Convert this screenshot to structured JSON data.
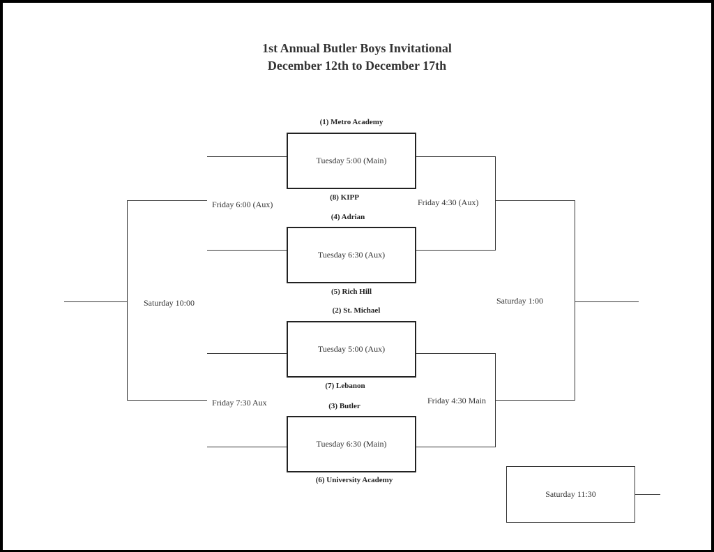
{
  "title": {
    "line1": "1st Annual Butler Boys Invitational",
    "line2": "December 12th to December 17th"
  },
  "first_round": [
    {
      "top_team": "(1) Metro Academy",
      "time": "Tuesday 5:00 (Main)",
      "bottom_team": "(8)  KIPP"
    },
    {
      "top_team": "(4)  Adrian",
      "time": "Tuesday 6:30 (Aux)",
      "bottom_team": "(5)   Rich Hill"
    },
    {
      "top_team": "(2)  St. Michael",
      "time": "Tuesday 5:00 (Aux)",
      "bottom_team": "(7)  Lebanon"
    },
    {
      "top_team": "(3) Butler",
      "time": "Tuesday 6:30 (Main)",
      "bottom_team": "(6)  University Academy"
    }
  ],
  "consolation": {
    "semi_top": "Friday 6:00 (Aux)",
    "semi_bottom": "Friday 7:30 Aux",
    "final": "Saturday 10:00"
  },
  "championship": {
    "semi_top": "Friday 4:30 (Aux)",
    "semi_bottom": "Friday 4:30 Main",
    "final": "Saturday 1:00"
  },
  "third_place": {
    "time": "Saturday 11:30"
  }
}
